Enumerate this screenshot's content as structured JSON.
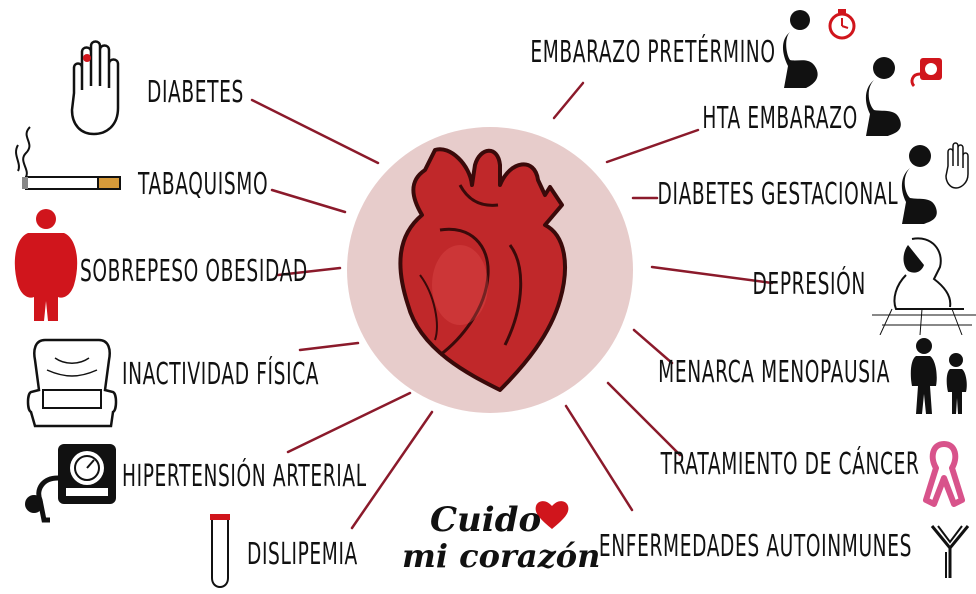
{
  "accent_color": "#8b1a2b",
  "circle_color": "#e7cccb",
  "heart_color": "#c0282a",
  "brand": {
    "line1": "Cuido",
    "line2": "mi corazón",
    "icon": "heart-icon"
  },
  "left_factors": [
    {
      "label": "DIABETES",
      "icon": "hand-icon"
    },
    {
      "label": "TABAQUISMO",
      "icon": "cigarette-icon"
    },
    {
      "label": "SOBREPESO OBESIDAD",
      "icon": "obese-person-icon"
    },
    {
      "label": "INACTIVIDAD FÍSICA",
      "icon": "armchair-icon"
    },
    {
      "label": "HIPERTENSIÓN ARTERIAL",
      "icon": "blood-pressure-monitor-icon"
    },
    {
      "label": "DISLIPEMIA",
      "icon": "test-tube-icon"
    }
  ],
  "right_factors": [
    {
      "label": "EMBARAZO PRETÉRMINO",
      "icon": "pregnant-woman-clock-icon"
    },
    {
      "label": "HTA EMBARAZO",
      "icon": "pregnant-woman-monitor-icon"
    },
    {
      "label": "DIABETES GESTACIONAL",
      "icon": "pregnant-woman-hand-icon"
    },
    {
      "label": "DEPRESIÓN",
      "icon": "sad-woman-icon"
    },
    {
      "label": "MENARCA MENOPAUSIA",
      "icon": "woman-and-girl-icon"
    },
    {
      "label": "TRATAMIENTO DE CÁNCER",
      "icon": "awareness-ribbon-icon"
    },
    {
      "label": "ENFERMEDADES AUTOINMUNES",
      "icon": "antibody-icon"
    }
  ]
}
